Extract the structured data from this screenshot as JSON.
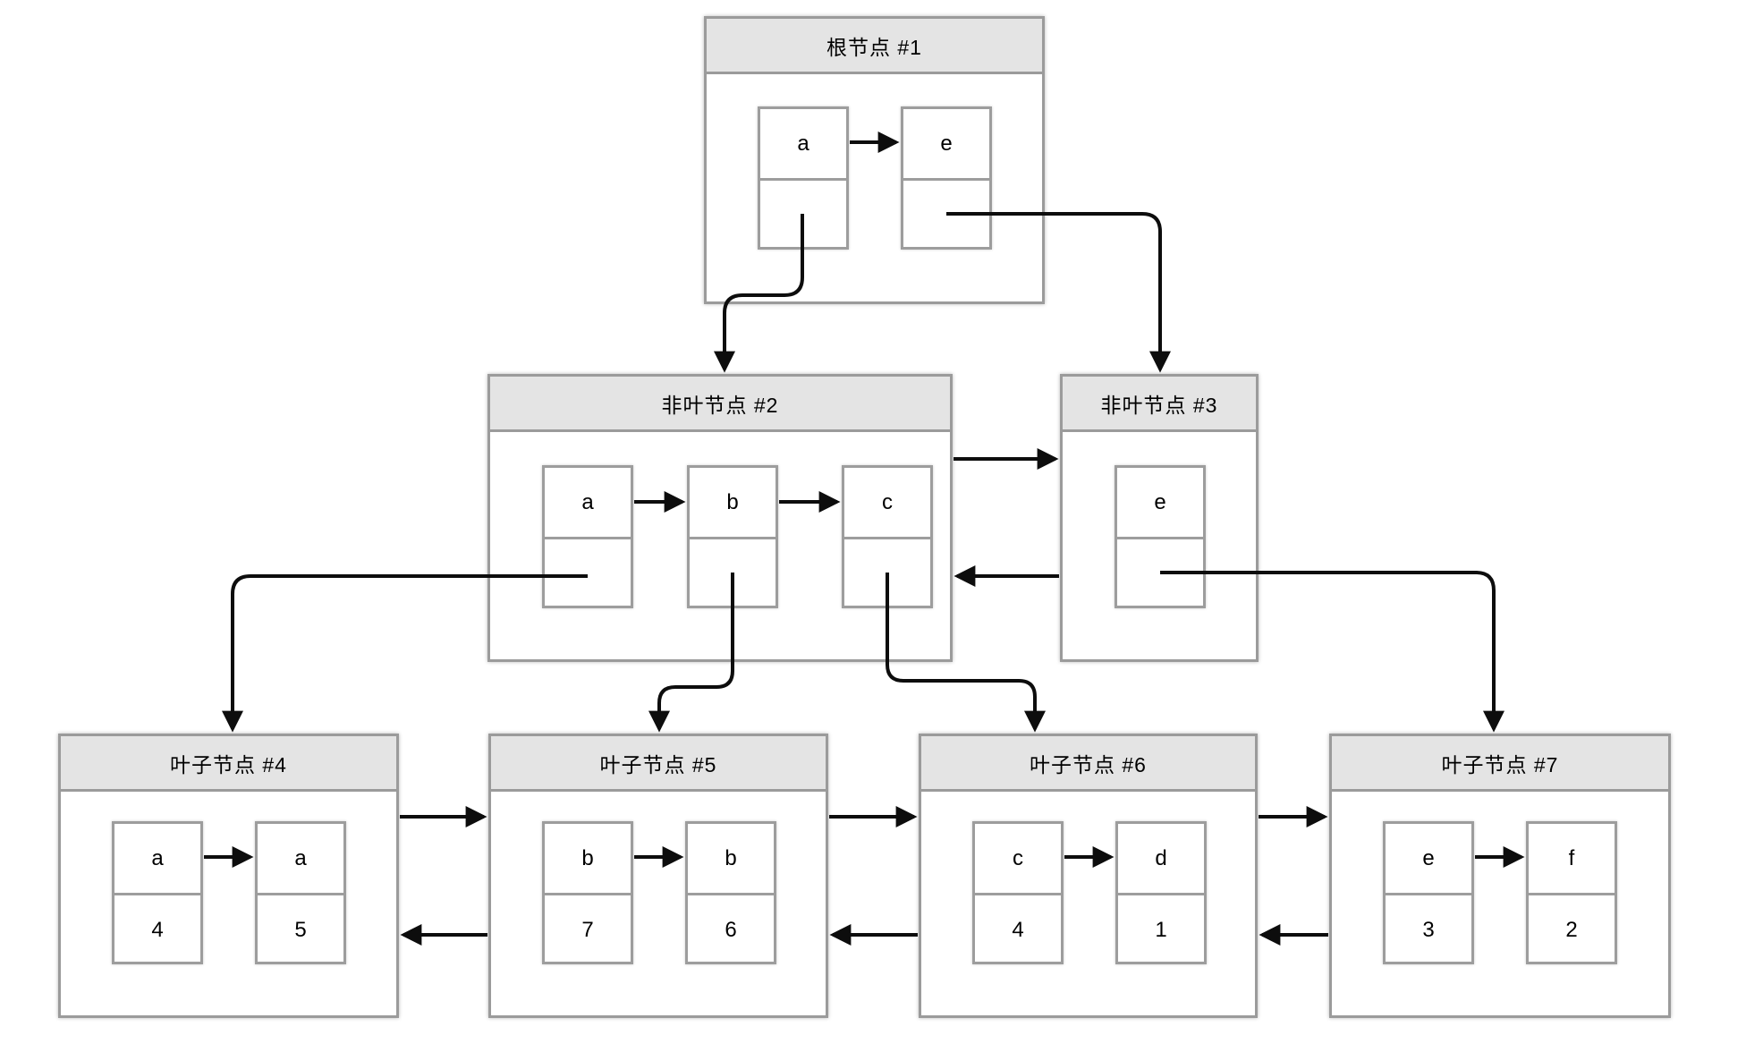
{
  "colors": {
    "background": "#ffffff",
    "node_border": "#9b9b9b",
    "header_fill": "#e4e4e4",
    "cell_border": "#9d9d9d",
    "arrow_line": "#0d0d0d",
    "text": "#000000"
  },
  "nodes": {
    "root": {
      "title": "根节点 #1",
      "cells": [
        {
          "key": "a"
        },
        {
          "key": "e"
        }
      ]
    },
    "internal2": {
      "title": "非叶节点 #2",
      "cells": [
        {
          "key": "a"
        },
        {
          "key": "b"
        },
        {
          "key": "c"
        }
      ]
    },
    "internal3": {
      "title": "非叶节点 #3",
      "cells": [
        {
          "key": "e"
        }
      ]
    },
    "leaf4": {
      "title": "叶子节点 #4",
      "cells": [
        {
          "key": "a",
          "value": "4"
        },
        {
          "key": "a",
          "value": "5"
        }
      ]
    },
    "leaf5": {
      "title": "叶子节点 #5",
      "cells": [
        {
          "key": "b",
          "value": "7"
        },
        {
          "key": "b",
          "value": "6"
        }
      ]
    },
    "leaf6": {
      "title": "叶子节点 #6",
      "cells": [
        {
          "key": "c",
          "value": "4"
        },
        {
          "key": "d",
          "value": "1"
        }
      ]
    },
    "leaf7": {
      "title": "叶子节点 #7",
      "cells": [
        {
          "key": "e",
          "value": "3"
        },
        {
          "key": "f",
          "value": "2"
        }
      ]
    }
  },
  "edges": [
    {
      "from": "root:a:pointer",
      "to": "internal2"
    },
    {
      "from": "root:e:pointer",
      "to": "internal3"
    },
    {
      "from": "internal2:a:pointer",
      "to": "leaf4"
    },
    {
      "from": "internal2:b:pointer",
      "to": "leaf5"
    },
    {
      "from": "internal2:c:pointer",
      "to": "leaf6"
    },
    {
      "from": "internal3:e:pointer",
      "to": "leaf7"
    },
    {
      "from": "internal2",
      "to": "internal3"
    },
    {
      "from": "internal3",
      "to": "internal2"
    },
    {
      "from": "leaf4",
      "to": "leaf5"
    },
    {
      "from": "leaf5",
      "to": "leaf4"
    },
    {
      "from": "leaf5",
      "to": "leaf6"
    },
    {
      "from": "leaf6",
      "to": "leaf5"
    },
    {
      "from": "leaf6",
      "to": "leaf7"
    },
    {
      "from": "leaf7",
      "to": "leaf6"
    }
  ],
  "key_arrows": [
    {
      "within": "root",
      "from": "a",
      "to": "e"
    },
    {
      "within": "internal2",
      "from": "a",
      "to": "b"
    },
    {
      "within": "internal2",
      "from": "b",
      "to": "c"
    },
    {
      "within": "leaf4",
      "from": "a",
      "to": "a"
    },
    {
      "within": "leaf5",
      "from": "b",
      "to": "b"
    },
    {
      "within": "leaf6",
      "from": "c",
      "to": "d"
    },
    {
      "within": "leaf7",
      "from": "e",
      "to": "f"
    }
  ]
}
